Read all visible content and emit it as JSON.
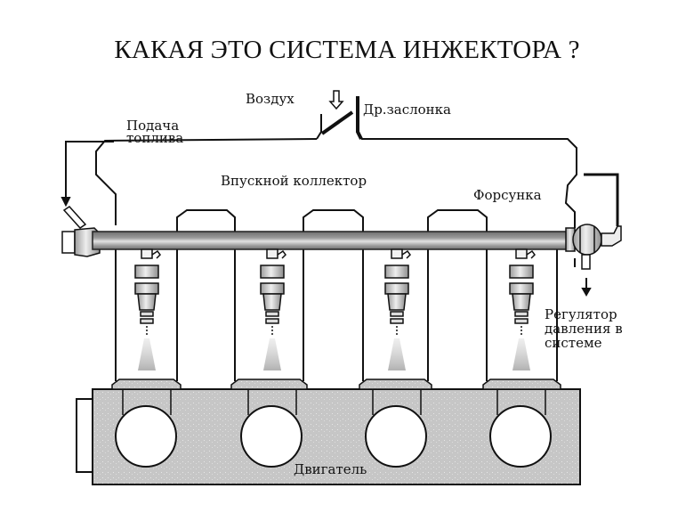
{
  "title": "КАКАЯ ЭТО СИСТЕМА ИНЖЕКТОРА ?",
  "labels": {
    "air": "Воздух",
    "throttle": "Др.заслонка",
    "fuel_supply_line1": "Подача",
    "fuel_supply_line2": "топлива",
    "intake_manifold": "Впускной коллектор",
    "injector": "Форсунка",
    "regulator_line1": "Регулятор",
    "regulator_line2": "давления в",
    "regulator_line3": "системе",
    "engine": "Двигатель"
  },
  "cylinders": 4,
  "colors": {
    "line": "#111111",
    "rail": "#8a8a8a",
    "rail_highlight": "#d8d8d8",
    "engine_block": "#c4c4c4",
    "spray": "#b9b9b9"
  }
}
